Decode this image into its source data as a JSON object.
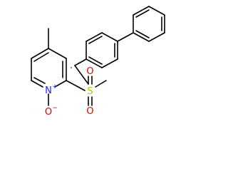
{
  "molecule": {
    "atoms": {
      "sulfur": {
        "symbol": "S",
        "color": "#c8b400"
      },
      "sulfonyl_oxygen_top": {
        "symbol": "O",
        "color": "#e00000"
      },
      "sulfonyl_oxygen_bottom": {
        "symbol": "O",
        "color": "#e00000"
      },
      "pyridine_nitrogen": {
        "symbol": "N",
        "color": "#2020ff",
        "charge": "+"
      },
      "n_oxide_oxygen": {
        "symbol": "O",
        "color": "#e00000",
        "charge": "−"
      }
    },
    "bond_color": "#000000"
  }
}
